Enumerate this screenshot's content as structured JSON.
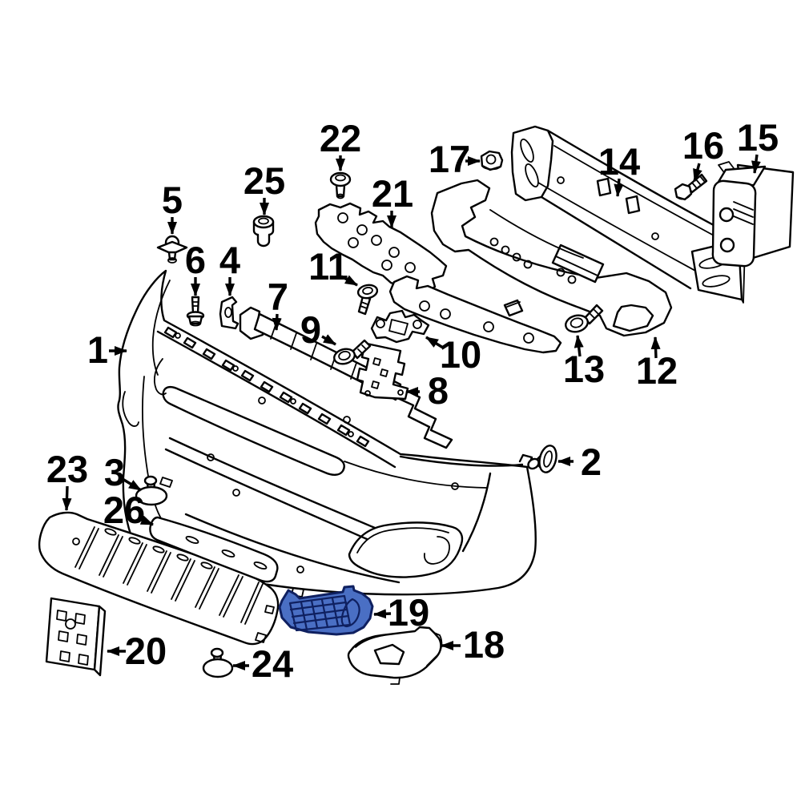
{
  "diagram": {
    "background_color": "#ffffff",
    "line_color": "#000000",
    "highlight_fill": "#4a6fc4",
    "highlight_outline": "#0f2060",
    "highlighted_callout": "19",
    "callouts": [
      "1",
      "2",
      "3",
      "4",
      "5",
      "6",
      "7",
      "8",
      "9",
      "10",
      "11",
      "12",
      "13",
      "14",
      "15",
      "16",
      "17",
      "18",
      "19",
      "20",
      "21",
      "22",
      "23",
      "24",
      "25",
      "26"
    ]
  }
}
